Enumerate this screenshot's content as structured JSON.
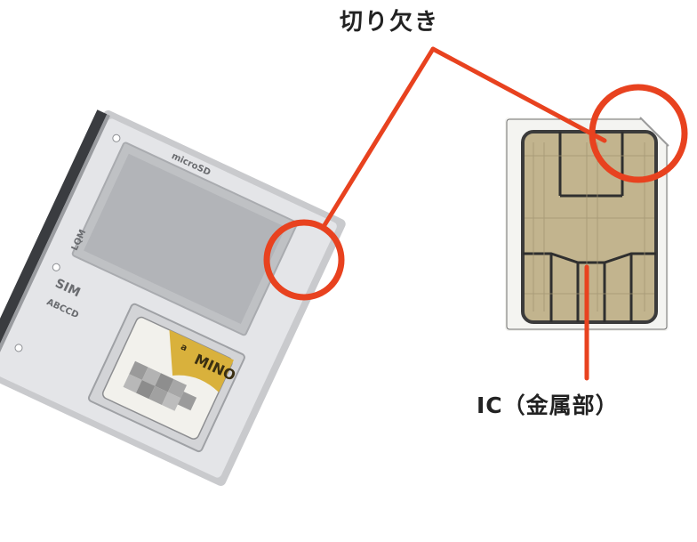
{
  "labels": {
    "notch": "切り欠き",
    "ic_contact": "IC（金属部）"
  },
  "tray": {
    "slot_top_label": "microSD",
    "slot_side_label": "LQM",
    "sim_label": "SIM",
    "tray_code": "ABCCD",
    "card_brand": "MINO",
    "card_brand_small": "a"
  },
  "colors": {
    "callout": "#e8421f",
    "text": "#222222",
    "tray_metal": "#dcdde0",
    "sim_gold": "#d9b13c",
    "chip_contact": "#c2b48e"
  }
}
